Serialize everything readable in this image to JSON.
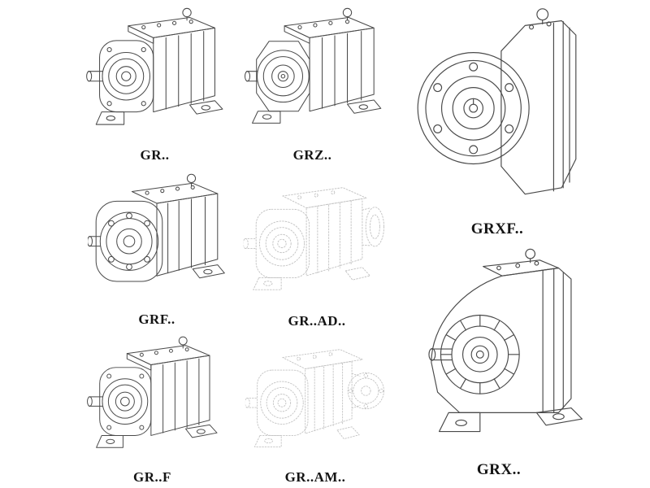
{
  "page": {
    "background": "#ffffff",
    "colors": {
      "line": "#4a4a4a",
      "phantom_line": "#c3c3c3",
      "label_text": "#141414"
    }
  },
  "catalog": {
    "items": [
      {
        "label": "GR..",
        "drawing": "helical-gear-reducer-foot-mounted",
        "style": "solid"
      },
      {
        "label": "GRZ..",
        "drawing": "helical-gear-reducer-foot-mounted-variant",
        "style": "solid"
      },
      {
        "label": "GRXF..",
        "drawing": "helical-gear-reducer-flange-front-view",
        "style": "solid"
      },
      {
        "label": "GRF..",
        "drawing": "helical-gear-reducer-flange-mounted",
        "style": "solid"
      },
      {
        "label": "GR..AD..",
        "drawing": "helical-gear-reducer-input-adapter-phantom",
        "style": "phantom"
      },
      {
        "label": "GRX..",
        "drawing": "helical-gear-reducer-heavy-foot-mounted",
        "style": "solid"
      },
      {
        "label": "GR..F",
        "drawing": "helical-gear-reducer-foot-mounted-f-variant",
        "style": "solid"
      },
      {
        "label": "GR..AM..",
        "drawing": "helical-gear-reducer-motor-adapter-phantom",
        "style": "phantom"
      }
    ]
  }
}
